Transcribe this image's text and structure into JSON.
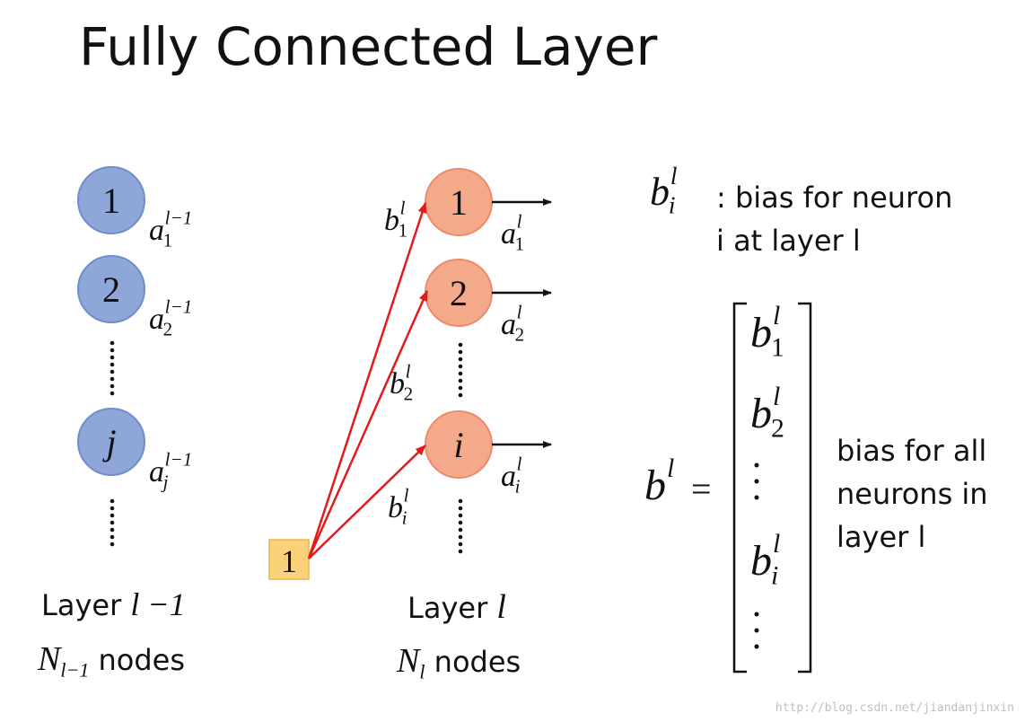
{
  "title": "Fully Connected Layer",
  "prev_layer": {
    "nodes": [
      "1",
      "2",
      "j"
    ],
    "activations": [
      {
        "base": "a",
        "sup": "l−1",
        "sub": "1"
      },
      {
        "base": "a",
        "sup": "l−1",
        "sub": "2"
      },
      {
        "base": "a",
        "sup": "l−1",
        "sub": "j"
      }
    ],
    "label_word": "Layer",
    "label_var": "l −1",
    "count_var": "N",
    "count_sub": "l−1",
    "count_word": "nodes"
  },
  "curr_layer": {
    "nodes": [
      "1",
      "2",
      "i"
    ],
    "activations": [
      {
        "base": "a",
        "sup": "l",
        "sub": "1"
      },
      {
        "base": "a",
        "sup": "l",
        "sub": "2"
      },
      {
        "base": "a",
        "sup": "l",
        "sub": "i"
      }
    ],
    "biases": [
      {
        "base": "b",
        "sup": "l",
        "sub": "1"
      },
      {
        "base": "b",
        "sup": "l",
        "sub": "2"
      },
      {
        "base": "b",
        "sup": "l",
        "sub": "i"
      }
    ],
    "label_word": "Layer",
    "label_var": "l",
    "count_var": "N",
    "count_sub": "l",
    "count_word": "nodes"
  },
  "bias_input": "1",
  "definition": {
    "symbol": {
      "base": "b",
      "sup": "l",
      "sub": "i"
    },
    "line1": ": bias for neuron",
    "line2": "i at layer l"
  },
  "vector": {
    "lhs_base": "b",
    "lhs_sup": "l",
    "equals": "=",
    "entries": [
      {
        "base": "b",
        "sup": "l",
        "sub": "1"
      },
      {
        "base": "b",
        "sup": "l",
        "sub": "2"
      },
      {
        "base": "b",
        "sup": "l",
        "sub": "i"
      }
    ],
    "desc_lines": [
      "bias for all",
      "neurons in",
      "layer l"
    ]
  },
  "watermark": "http://blog.csdn.net/jiandanjinxin",
  "colors": {
    "prev_node": "#8ea6d8",
    "prev_node_stroke": "#6f8ccc",
    "curr_node": "#f3a98a",
    "curr_node_stroke": "#ea8c6a",
    "bias_box": "#fbd27a",
    "bias_box_stroke": "#e8b64a",
    "edge": "#e41a1a",
    "text": "#111111"
  }
}
